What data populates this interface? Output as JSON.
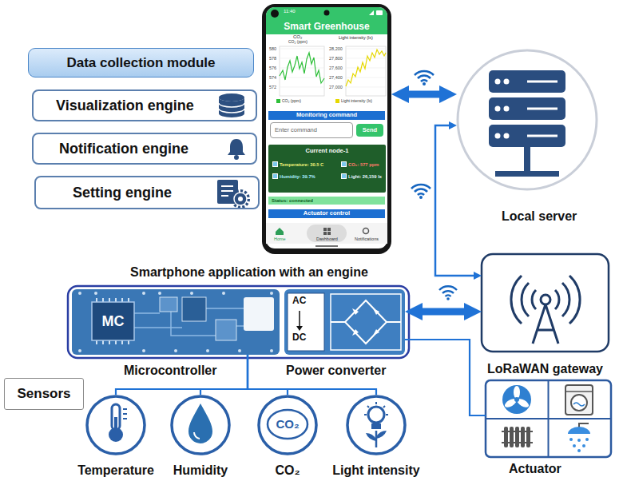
{
  "diagram": {
    "nodes": [
      {
        "text": [
          "Data collection module"
        ]
      },
      {
        "text": [
          "Visualization engine"
        ]
      },
      {
        "text": [
          "Notification engine"
        ]
      },
      {
        "text": [
          "Setting engine"
        ]
      },
      {
        "text": [
          "Smartphone application with an engine"
        ]
      },
      {
        "text": [
          "Smart Greenhouse"
        ],
        "in": 4
      },
      {
        "text": [
          "Monitoring command"
        ],
        "in": 4
      },
      {
        "text": [
          "Enter command"
        ],
        "in": 4
      },
      {
        "text": [
          "Send"
        ],
        "in": 4
      },
      {
        "text": [
          "Current node-1",
          "Temperature: 30.5 C",
          "CO₂: 577 ppm",
          "Humidity: 39.7%",
          "Light: 26,159 lx"
        ],
        "in": 4
      },
      {
        "text": [
          "Status: connected"
        ],
        "in": 4
      },
      {
        "text": [
          "Actuator control"
        ],
        "in": 4
      },
      {
        "text": [
          "Local server"
        ]
      },
      {
        "text": [
          "LoRaWAN gateway"
        ]
      },
      {
        "text": [
          "MC",
          "Microcontroller"
        ]
      },
      {
        "text": [
          "AC",
          "DC",
          "Power converter"
        ]
      },
      {
        "text": [
          "Sensors"
        ]
      },
      {
        "text": [
          "Temperature"
        ]
      },
      {
        "text": [
          "Humidity"
        ]
      },
      {
        "text": [
          "CO₂",
          "CO₂"
        ]
      },
      {
        "text": [
          "Light intensity"
        ]
      },
      {
        "text": [
          "Actuator"
        ]
      }
    ],
    "edges": [
      {
        "from": 4,
        "to": 12,
        "arrow": "both"
      },
      {
        "from": 12,
        "to": 13,
        "arrow": "both"
      },
      {
        "from": 15,
        "to": 13,
        "arrow": "both"
      },
      {
        "from": 15,
        "to": 21,
        "arrow": "none"
      },
      {
        "from": 14,
        "to": 17,
        "arrow": "none"
      },
      {
        "from": 14,
        "to": 18,
        "arrow": "none"
      },
      {
        "from": 14,
        "to": 19,
        "arrow": "none"
      },
      {
        "from": 14,
        "to": 20,
        "arrow": "none"
      }
    ],
    "labels": [
      "11:40",
      "CO₂",
      "CO₂ (ppm)",
      "580",
      "578",
      "576",
      "574",
      "572",
      "Light intensity (lx)",
      "28,200",
      "27,800",
      "27,600",
      "27,400",
      "27,000",
      "Home",
      "Dashboard",
      "Notifications"
    ],
    "legend": [
      {
        "text": "CO₂ (ppm)",
        "color": "#2fbf3a"
      },
      {
        "text": "Light intensity (lx)",
        "color": "#e6d800"
      }
    ]
  }
}
